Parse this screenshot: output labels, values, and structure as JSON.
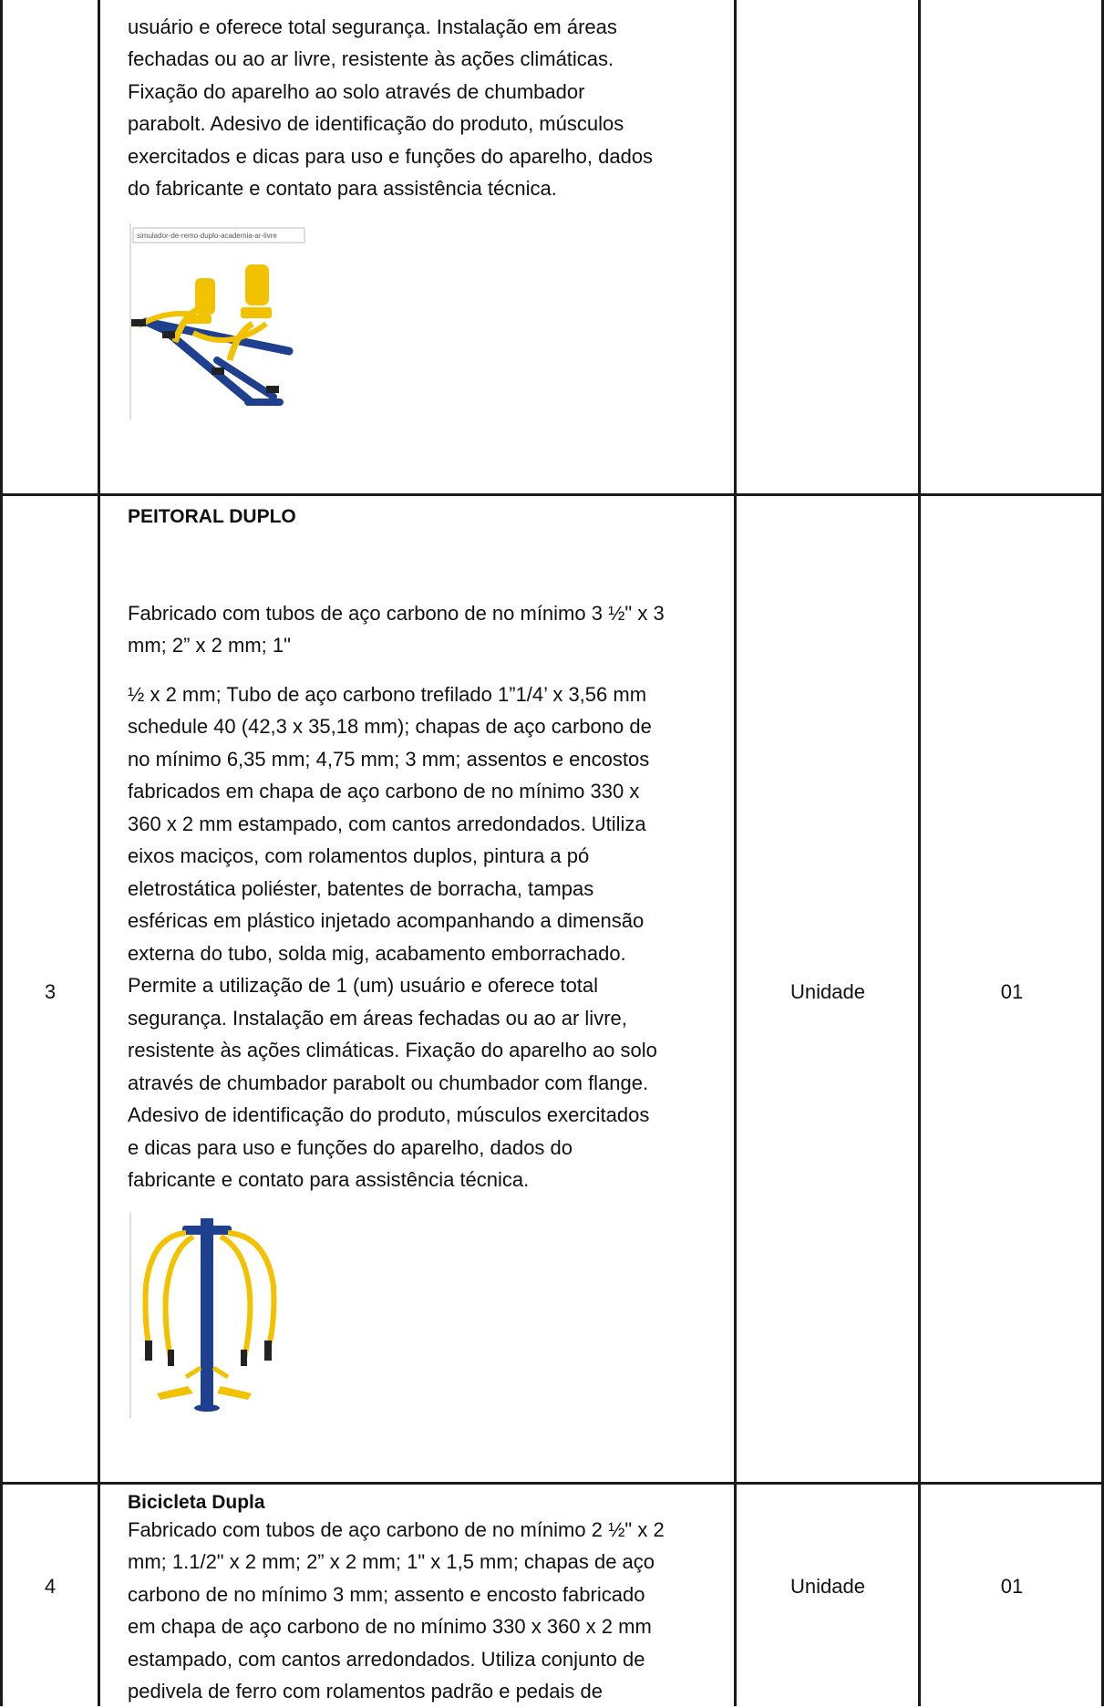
{
  "row_continued": {
    "description_lines": [
      "usuário e oferece total segurança. Instalação em áreas",
      "fechadas ou ao ar livre, resistente às ações climáticas.",
      "Fixação do aparelho ao solo através de chumbador",
      "parabolt. Adesivo de identificação do produto, músculos",
      "exercitados e dicas para uso e funções do aparelho, dados",
      "do fabricante e contato para assistência técnica."
    ],
    "image_caption": "simulador-de-remo-duplo-academia-ar-livre",
    "image_icon": "rowing-simulator-image"
  },
  "row_3": {
    "number": "3",
    "title": "PEITORAL DUPLO",
    "intro_lines": [
      "Fabricado com tubos de aço carbono de no mínimo 3 ½\" x 3",
      "mm; 2” x 2 mm; 1\""
    ],
    "description_lines": [
      "½ x 2 mm; Tubo de aço carbono trefilado 1”1/4’ x 3,56 mm",
      "schedule 40 (42,3 x 35,18 mm); chapas de aço carbono de",
      "no mínimo 6,35 mm; 4,75 mm; 3 mm; assentos e encostos",
      "fabricados em chapa de aço carbono de no mínimo 330 x",
      "360 x 2 mm estampado, com cantos arredondados. Utiliza",
      "eixos maciços, com rolamentos duplos, pintura a pó",
      "eletrostática poliéster, batentes de borracha, tampas",
      "esféricas em plástico injetado acompanhando a dimensão",
      "externa do tubo, solda mig, acabamento emborrachado.",
      "Permite a utilização de 1 (um) usuário e oferece total",
      "segurança. Instalação em áreas fechadas ou ao ar livre,",
      "resistente às ações climáticas. Fixação do aparelho ao solo",
      "através de chumbador parabolt ou chumbador com flange.",
      "Adesivo de identificação do produto, músculos exercitados",
      "e dicas para uso e funções do aparelho, dados do",
      "fabricante e contato para assistência técnica."
    ],
    "unit": "Unidade",
    "quantity": "01",
    "image_icon": "double-chest-press-image"
  },
  "row_4": {
    "number": "4",
    "title": "Bicicleta Dupla",
    "description_lines": [
      "Fabricado com tubos de aço carbono de no mínimo 2 ½\" x 2",
      "mm; 1.1/2\" x 2 mm; 2” x 2 mm; 1\" x 1,5 mm; chapas de aço",
      "carbono de no mínimo 3 mm; assento e encosto fabricado",
      "em chapa de aço carbono de no mínimo 330 x 360 x 2 mm",
      "estampado, com cantos arredondados. Utiliza conjunto de",
      "pedivela de ferro com rolamentos padrão e pedais de"
    ],
    "unit": "Unidade",
    "quantity": "01"
  },
  "colors": {
    "border": "#1a1a1a",
    "equipment_yellow": "#f2c200",
    "equipment_blue": "#1f3f8f"
  }
}
